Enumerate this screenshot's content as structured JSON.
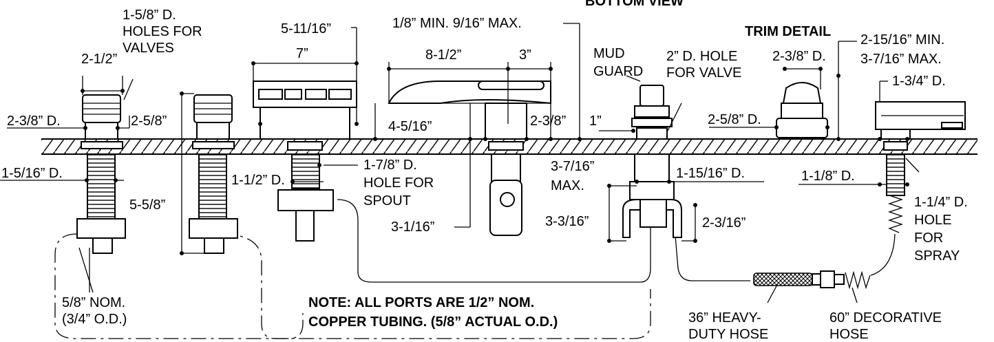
{
  "labels": {
    "bottom_view": "BOTTOM VIEW",
    "trim_detail": "TRIM DETAIL",
    "holes_valves_1": "1-5/8” D.",
    "holes_valves_2": "HOLES FOR",
    "holes_valves_3": "VALVES",
    "dim_2_1_2": "2-1/2”",
    "dim_5_11_16": "5-11/16”",
    "dim_7": "7”",
    "dim_1_8_min": "1/8” MIN. 9/16” MAX.",
    "dim_8_1_2": "8-1/2”",
    "dim_3": "3”",
    "mud_1": "MUD",
    "mud_2": "GUARD",
    "hole_valve_1": "2” D. HOLE",
    "hole_valve_2": "FOR  VALVE",
    "dim_2_3_8_d_top": "2-3/8” D.",
    "dim_2_15_16_min": "2-15/16” MIN.",
    "dim_3_7_16_max_r": "3-7/16” MAX.",
    "dim_1_3_4_d": "1-3/4” D.",
    "dim_2_3_8_d": "2-3/8” D.",
    "dim_2_5_8": "2-5/8”",
    "dim_4_5_16": "4-5/16”",
    "dim_2_3_8": "2-3/8”",
    "dim_1": "1”",
    "dim_2_5_8_d": "2-5/8” D.",
    "dim_1_5_16_d": "1-5/16” D.",
    "dim_5_5_8": "5-5/8”",
    "dim_1_1_2_d": "1-1/2” D.",
    "spout_1": "1-7/8” D.",
    "spout_2": "HOLE FOR",
    "spout_3": "SPOUT",
    "dim_3_1_16": "3-1/16”",
    "dim_3_7_16_1": "3-7/16”",
    "dim_3_7_16_2": "MAX.",
    "dim_1_15_16_d": "1-15/16” D.",
    "dim_3_3_16": "3-3/16”",
    "dim_2_3_16": "2-3/16”",
    "dim_1_1_8_d": "1-1/8” D.",
    "spray_1": "1-1/4” D.",
    "spray_2": "HOLE",
    "spray_3": "FOR",
    "spray_4": "SPRAY",
    "nom_1": "5/8” NOM.",
    "nom_2": "(3/4” O.D.)",
    "note_1": "NOTE: ALL PORTS ARE 1/2” NOM.",
    "note_2": "COPPER TUBING. (5/8” ACTUAL O.D.)",
    "hose36_1": "36” HEAVY-",
    "hose36_2": "DUTY HOSE",
    "hose60_1": "60” DECORATIVE",
    "hose60_2": "HOSE"
  }
}
